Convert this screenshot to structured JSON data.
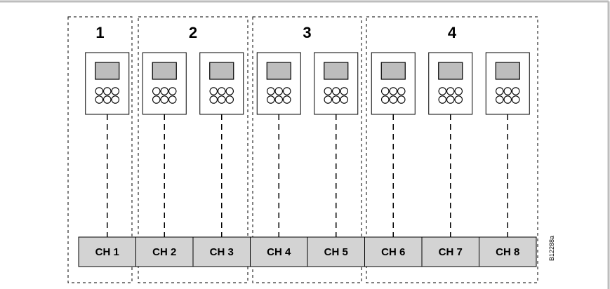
{
  "groups": [
    {
      "label": "1",
      "controllers": [
        1
      ]
    },
    {
      "label": "2",
      "controllers": [
        2,
        3
      ]
    },
    {
      "label": "3",
      "controllers": [
        4,
        5
      ]
    },
    {
      "label": "4",
      "controllers": [
        6,
        7,
        8
      ]
    }
  ],
  "channels": [
    "CH 1",
    "CH 2",
    "CH 3",
    "CH 4",
    "CH 5",
    "CH 6",
    "CH 7",
    "CH 8"
  ],
  "figure_id": "B12288a",
  "colors": {
    "frame": "#bdbdbd",
    "channel_fill": "#d3d3d3",
    "screen_fill": "#bdbdbd",
    "line": "#000000"
  }
}
